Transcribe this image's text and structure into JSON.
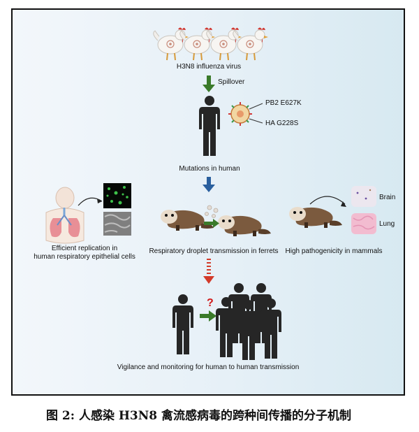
{
  "virus_label": "H3N8 influenza virus",
  "spillover_label": "Spillover",
  "mutation_1": "PB2 E627K",
  "mutation_2": "HA G228S",
  "human_mutation_label": "Mutations in human",
  "replication_label_1": "Efficient replication in",
  "replication_label_2": "human respiratory epithelial cells",
  "ferret_transmission_label": "Respiratory droplet transmission in ferrets",
  "pathogenicity_label": "High pathogenicity in mammals",
  "brain_label": "Brain",
  "lung_label": "Lung",
  "question_mark": "?",
  "vigilance_label": "Vigilance and monitoring for human to human transmission",
  "caption": "图 2:   人感染 H3N8 禽流感病毒的跨种间传播的分子机制",
  "colors": {
    "arrow_green": "#3a7a2a",
    "arrow_blue": "#2a5f9e",
    "arrow_red": "#d33a2a",
    "question_red": "#d11a1a",
    "human_silhouette": "#262626"
  }
}
